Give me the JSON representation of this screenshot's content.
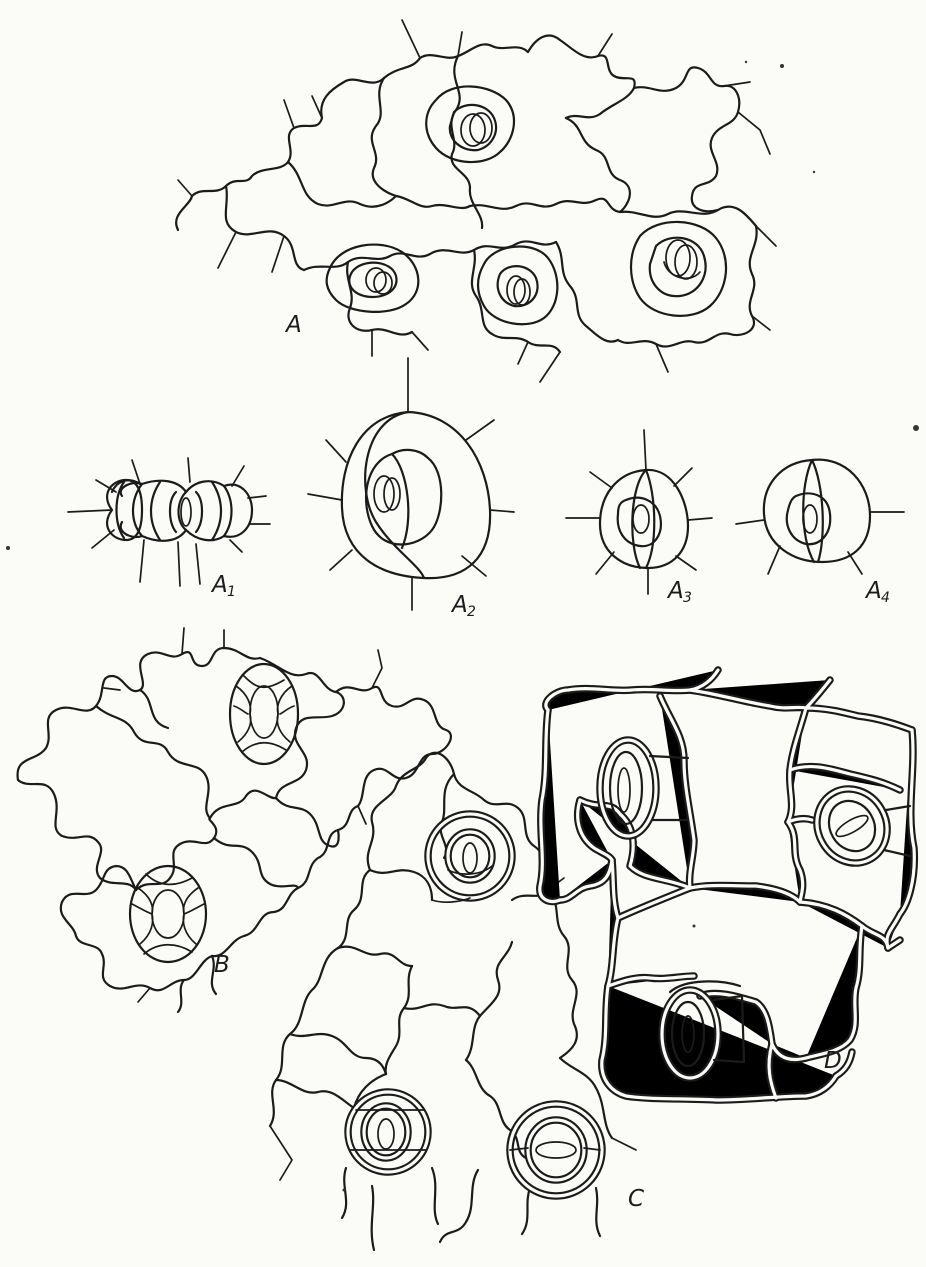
{
  "figure": {
    "panels": [
      {
        "id": "A",
        "label": "A",
        "sub": ""
      },
      {
        "id": "A1",
        "label": "A",
        "sub": "1"
      },
      {
        "id": "A2",
        "label": "A",
        "sub": "2"
      },
      {
        "id": "A3",
        "label": "A",
        "sub": "3"
      },
      {
        "id": "A4",
        "label": "A",
        "sub": "4"
      },
      {
        "id": "B",
        "label": "B",
        "sub": ""
      },
      {
        "id": "C",
        "label": "C",
        "sub": ""
      },
      {
        "id": "D",
        "label": "D",
        "sub": ""
      }
    ],
    "colors": {
      "ink": "#1b1b1b",
      "paper": "#fbfbf8"
    }
  }
}
